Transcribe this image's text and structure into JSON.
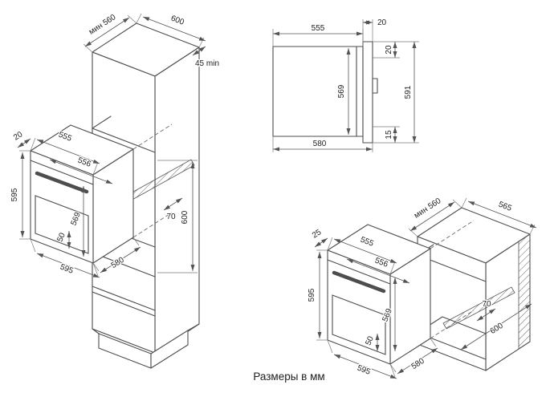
{
  "caption": "Размеры в мм",
  "colors": {
    "line": "#4d4d4d",
    "dimension": "#555555",
    "text": "#1e1e1e",
    "background": "#ffffff"
  },
  "tall_cabinet": {
    "dims": {
      "niche_depth_min": "мин 560",
      "cabinet_width": "600",
      "vent_gap": "45 min",
      "front_overhang": "20",
      "oven_top_width": "555",
      "oven_inner_width": "556",
      "oven_front_height": "595",
      "oven_body_height": "569",
      "plinth": "50",
      "oven_bottom_width": "595",
      "oven_depth": "580",
      "shelf_setback": "70",
      "niche_height": "600"
    }
  },
  "side_view": {
    "dims": {
      "body_depth": "555",
      "frame_thickness": "20",
      "top_gap": "20",
      "body_height": "569",
      "overall_height": "591",
      "bottom_gap": "15",
      "overall_depth": "580"
    }
  },
  "under_counter": {
    "dims": {
      "niche_depth_min": "мин 560",
      "cabinet_width": "565",
      "front_overhang": "25",
      "oven_top_width": "555",
      "oven_inner_width": "556",
      "oven_front_height": "595",
      "oven_body_height": "569",
      "plinth": "50",
      "oven_bottom_width": "595",
      "oven_depth": "580",
      "shelf_setback": "70",
      "niche_depth": "600"
    }
  }
}
